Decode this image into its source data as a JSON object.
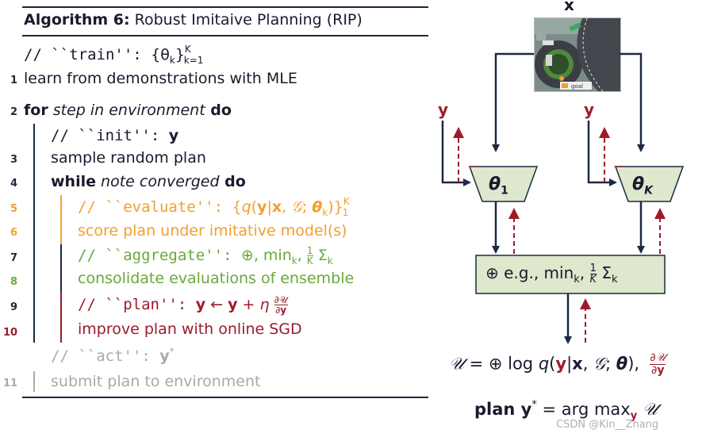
{
  "algorithm": {
    "title_bold": "Algorithm 6:",
    "title_rest": " Robust Imitaive Planning (RIP)",
    "lines": [
      {
        "num": "",
        "text": "// ``train'': {θk}K k=1"
      },
      {
        "num": "1",
        "text": "learn from demonstrations with MLE"
      },
      {
        "num": "2",
        "kw1": "for",
        "it": " step in environment",
        "kw2": " do"
      },
      {
        "num": "",
        "text": "// ``init'': y"
      },
      {
        "num": "3",
        "text": "sample random plan"
      },
      {
        "num": "4",
        "kw1": "while",
        "it": " note converged",
        "kw2": " do"
      },
      {
        "num": "5",
        "text": "// ``evaluate'': {q(y|x,𝒢;θk)}K 1"
      },
      {
        "num": "6",
        "text": "score plan under imitative model(s)"
      },
      {
        "num": "7",
        "text": "// ``aggregate'': ⊕, mink, 1/K Σk"
      },
      {
        "num": "8",
        "text": "consolidate evaluations of ensemble"
      },
      {
        "num": "9",
        "text": "// ``plan'': y ← y + η ∂𝒰/∂y"
      },
      {
        "num": "10",
        "text": "improve plan with online SGD"
      },
      {
        "num": "",
        "text": "// ``act'': y*"
      },
      {
        "num": "11",
        "text": "submit plan to environment"
      }
    ]
  },
  "diagram": {
    "x_label": "x",
    "y_label_left": "y",
    "y_label_right": "y",
    "minus_left": "−",
    "minus_right": "−",
    "theta_1": "θ1",
    "theta_K": "θK",
    "aggregate_box": "⊕ e.g., mink, 1/K Σk",
    "utility_eq": "𝒰 = ⊕ log q(y|x, 𝒢; θ),  ∂𝒰/∂y",
    "plan_eq": "plan y* = arg maxy 𝒰",
    "goal_label": "goal"
  },
  "watermark": "CSDN @Kin__Zhang",
  "colors": {
    "navy": "#1a2a40",
    "orange": "#f0a030",
    "green": "#6aa83a",
    "red": "#9c1b2a",
    "gray": "#a9a9a9",
    "box_fill": "#dde8cc"
  }
}
